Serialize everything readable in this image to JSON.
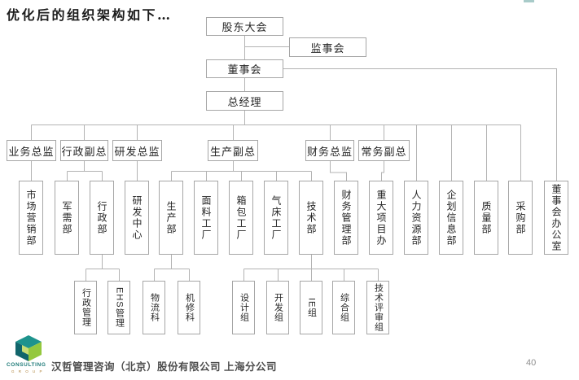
{
  "page": {
    "title": "优化后的组织架构如下…",
    "page_number": "40",
    "colors": {
      "line": "#b3b3b3",
      "box_border": "#a6a6a6",
      "text": "#262626"
    }
  },
  "footer": {
    "company": "汉哲管理咨询（北京）股份有限公司 上海分公司",
    "logo": {
      "text": "CONSULTING",
      "subtext": "G R O U P",
      "colors": {
        "teal": "#1e938d",
        "dark_teal": "#11656b",
        "green": "#94c83d",
        "light_green": "#c9dd74"
      }
    }
  },
  "orgchart": {
    "top_nodes": [
      {
        "label": "股东大会"
      },
      {
        "label": "监事会"
      },
      {
        "label": "董事会"
      },
      {
        "label": "总经理"
      }
    ],
    "executives": [
      {
        "label": "业务总监"
      },
      {
        "label": "行政副总"
      },
      {
        "label": "研发总监"
      },
      {
        "label": "生产副总"
      },
      {
        "label": "财务总监"
      },
      {
        "label": "常务副总"
      }
    ],
    "departments": [
      {
        "label": "市场营销部"
      },
      {
        "label": "军需部"
      },
      {
        "label": "行政部"
      },
      {
        "label": "研发中心"
      },
      {
        "label": "生产部"
      },
      {
        "label": "面料工厂"
      },
      {
        "label": "箱包工厂"
      },
      {
        "label": "气床工厂"
      },
      {
        "label": "技术部"
      },
      {
        "label": "财务管理部"
      },
      {
        "label": "重大项目办"
      },
      {
        "label": "人力资源部"
      },
      {
        "label": "企划信息部"
      },
      {
        "label": "质量部"
      },
      {
        "label": "采购部"
      },
      {
        "label": "董事会办公室"
      }
    ],
    "subgroups": [
      {
        "label": "行政管理"
      },
      {
        "label": "EHS管理"
      },
      {
        "label": "物流科"
      },
      {
        "label": "机修科"
      },
      {
        "label": "设计组"
      },
      {
        "label": "开发组"
      },
      {
        "label": "IE组"
      },
      {
        "label": "综合组"
      },
      {
        "label": "技术评审组"
      }
    ],
    "hierarchy": {
      "股东大会": [
        "董事会",
        "监事会"
      ],
      "董事会": [
        "总经理",
        "董事会办公室"
      ],
      "总经理": [
        "业务总监",
        "行政副总",
        "研发总监",
        "生产副总",
        "财务总监",
        "常务副总",
        "人力资源部",
        "企划信息部",
        "质量部",
        "采购部"
      ],
      "业务总监": [
        "市场营销部"
      ],
      "行政副总": [
        "军需部",
        "行政部"
      ],
      "研发总监": [
        "研发中心"
      ],
      "生产副总": [
        "生产部",
        "面料工厂",
        "箱包工厂",
        "气床工厂",
        "技术部"
      ],
      "财务总监": [
        "财务管理部"
      ],
      "常务副总": [
        "重大项目办"
      ],
      "行政部": [
        "行政管理",
        "EHS管理"
      ],
      "生产部": [
        "物流科",
        "机修科"
      ],
      "技术部": [
        "设计组",
        "开发组",
        "IE组",
        "综合组",
        "技术评审组"
      ]
    }
  }
}
